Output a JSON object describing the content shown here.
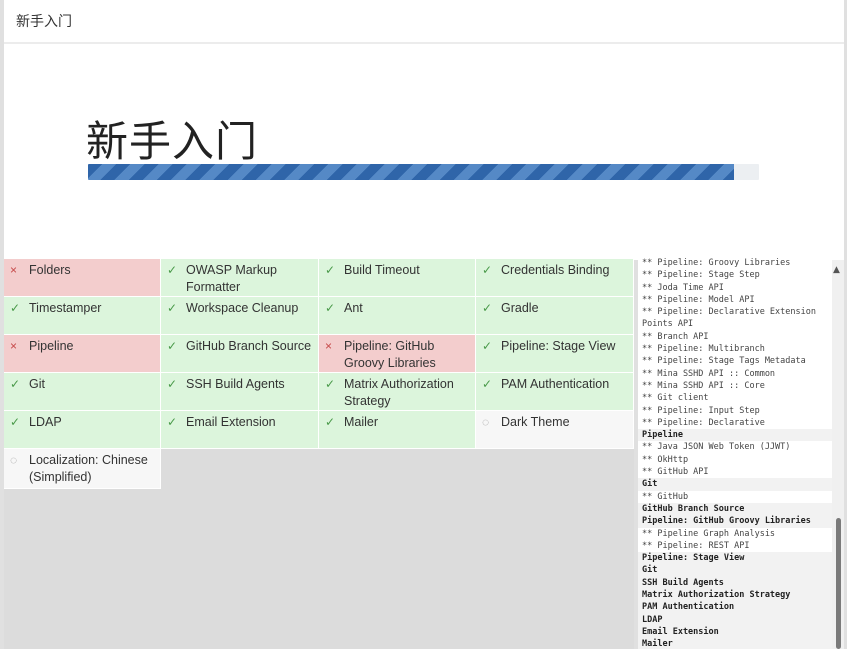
{
  "window": {
    "title": "新手入门"
  },
  "header": {
    "heading": "新手入门"
  },
  "progress": {
    "fraction": 0.962
  },
  "plugins": [
    {
      "label": "Folders",
      "status": "fail",
      "mark": "×"
    },
    {
      "label": "OWASP Markup Formatter",
      "status": "ok",
      "mark": "✓"
    },
    {
      "label": "Build Timeout",
      "status": "ok",
      "mark": "✓"
    },
    {
      "label": "Credentials Binding",
      "status": "ok",
      "mark": "✓"
    },
    {
      "label": "Timestamper",
      "status": "ok",
      "mark": "✓"
    },
    {
      "label": "Workspace Cleanup",
      "status": "ok",
      "mark": "✓"
    },
    {
      "label": "Ant",
      "status": "ok",
      "mark": "✓"
    },
    {
      "label": "Gradle",
      "status": "ok",
      "mark": "✓"
    },
    {
      "label": "Pipeline",
      "status": "fail",
      "mark": "×"
    },
    {
      "label": "GitHub Branch Source",
      "status": "ok",
      "mark": "✓"
    },
    {
      "label": "Pipeline: GitHub Groovy Libraries",
      "status": "fail",
      "mark": "×"
    },
    {
      "label": "Pipeline: Stage View",
      "status": "ok",
      "mark": "✓"
    },
    {
      "label": "Git",
      "status": "ok",
      "mark": "✓"
    },
    {
      "label": "SSH Build Agents",
      "status": "ok",
      "mark": "✓"
    },
    {
      "label": "Matrix Authorization Strategy",
      "status": "ok",
      "mark": "✓"
    },
    {
      "label": "PAM Authentication",
      "status": "ok",
      "mark": "✓"
    },
    {
      "label": "LDAP",
      "status": "ok",
      "mark": "✓"
    },
    {
      "label": "Email Extension",
      "status": "ok",
      "mark": "✓"
    },
    {
      "label": "Mailer",
      "status": "ok",
      "mark": "✓"
    },
    {
      "label": "Dark Theme",
      "status": "wait",
      "mark": "◌"
    },
    {
      "label": "Localization: Chinese (Simplified)",
      "status": "wait",
      "mark": "◌"
    }
  ],
  "log": [
    {
      "text": "** Pipeline: Groovy Libraries",
      "h": false
    },
    {
      "text": "** Pipeline: Stage Step",
      "h": false
    },
    {
      "text": "** Joda Time API",
      "h": false
    },
    {
      "text": "** Pipeline: Model API",
      "h": false
    },
    {
      "text": "** Pipeline: Declarative Extension",
      "h": false
    },
    {
      "text": "Points API",
      "h": false
    },
    {
      "text": "** Branch API",
      "h": false
    },
    {
      "text": "** Pipeline: Multibranch",
      "h": false
    },
    {
      "text": "** Pipeline: Stage Tags Metadata",
      "h": false
    },
    {
      "text": "** Mina SSHD API :: Common",
      "h": false
    },
    {
      "text": "** Mina SSHD API :: Core",
      "h": false
    },
    {
      "text": "** Git client",
      "h": false
    },
    {
      "text": "** Pipeline: Input Step",
      "h": false
    },
    {
      "text": "** Pipeline: Declarative",
      "h": false
    },
    {
      "text": "Pipeline",
      "h": true
    },
    {
      "text": "** Java JSON Web Token (JJWT)",
      "h": false
    },
    {
      "text": "** OkHttp",
      "h": false
    },
    {
      "text": "** GitHub API",
      "h": false
    },
    {
      "text": "Git",
      "h": true
    },
    {
      "text": "** GitHub",
      "h": false
    },
    {
      "text": "GitHub Branch Source",
      "h": true
    },
    {
      "text": "Pipeline: GitHub Groovy Libraries",
      "h": true
    },
    {
      "text": "** Pipeline Graph Analysis",
      "h": false
    },
    {
      "text": "** Pipeline: REST API",
      "h": false
    },
    {
      "text": "Pipeline: Stage View",
      "h": true
    },
    {
      "text": "Git",
      "h": true
    },
    {
      "text": "SSH Build Agents",
      "h": true
    },
    {
      "text": "Matrix Authorization Strategy",
      "h": true
    },
    {
      "text": "PAM Authentication",
      "h": true
    },
    {
      "text": "LDAP",
      "h": true
    },
    {
      "text": "Email Extension",
      "h": true
    },
    {
      "text": "Mailer",
      "h": true
    }
  ],
  "scrollbar": {
    "up_arrow": "▲"
  }
}
